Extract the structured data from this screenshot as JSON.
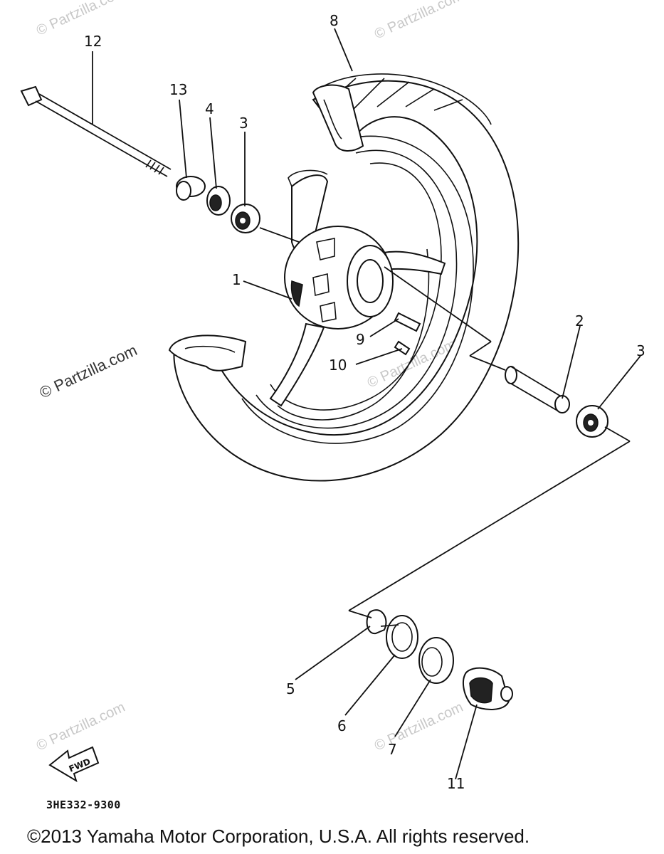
{
  "watermark": "© Partzilla.com",
  "callouts": [
    "1",
    "2",
    "3",
    "3",
    "4",
    "5",
    "6",
    "7",
    "8",
    "9",
    "10",
    "11",
    "12",
    "13"
  ],
  "fwd_label": "FWD",
  "diagram_code": "3HE332-9300",
  "copyright": "©2013 Yamaha Motor Corporation, U.S.A. All rights reserved."
}
